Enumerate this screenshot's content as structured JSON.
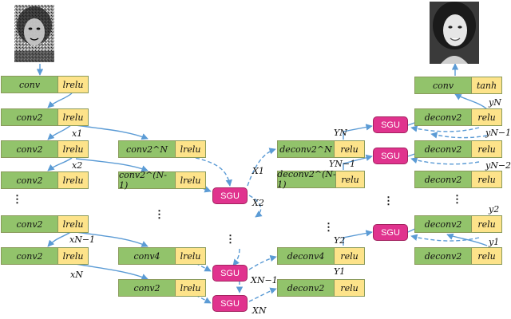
{
  "images": {
    "input": "noisy-face-photo",
    "output": "clean-face-photo"
  },
  "blocks": {
    "e_conv_first": {
      "a": "conv",
      "b": "lrelu"
    },
    "e_conv2_1": {
      "a": "conv2",
      "b": "lrelu"
    },
    "e_conv2_2": {
      "a": "conv2",
      "b": "lrelu"
    },
    "e_conv2_3": {
      "a": "conv2",
      "b": "lrelu"
    },
    "e_conv2_4": {
      "a": "conv2",
      "b": "lrelu"
    },
    "e_conv2_5": {
      "a": "conv2",
      "b": "lrelu"
    },
    "m_conv2N": {
      "a": "conv2^N",
      "b": "lrelu"
    },
    "m_conv2N1": {
      "a": "conv2^(N-1)",
      "b": "lrelu"
    },
    "m_conv4": {
      "a": "conv4",
      "b": "lrelu"
    },
    "m_conv2": {
      "a": "conv2",
      "b": "lrelu"
    },
    "d_deconv2N": {
      "a": "deconv2^N",
      "b": "relu"
    },
    "d_deconv2N1": {
      "a": "deconv2^(N-1)",
      "b": "relu"
    },
    "d_deconv4": {
      "a": "deconv4",
      "b": "relu"
    },
    "d_deconv2": {
      "a": "deconv2",
      "b": "relu"
    },
    "r_conv_last": {
      "a": "conv",
      "b": "tanh"
    },
    "r_deconv2_1": {
      "a": "deconv2",
      "b": "relu"
    },
    "r_deconv2_2": {
      "a": "deconv2",
      "b": "relu"
    },
    "r_deconv2_3": {
      "a": "deconv2",
      "b": "relu"
    },
    "r_deconv2_4": {
      "a": "deconv2",
      "b": "relu"
    },
    "r_deconv2_5": {
      "a": "deconv2",
      "b": "relu"
    }
  },
  "sgu_label": "SGU",
  "labels": {
    "x1": "x1",
    "x2": "x2",
    "xN1": "xN−1",
    "xN": "xN",
    "X1": "X1",
    "X2": "X2",
    "XN1": "XN−1",
    "XN": "XN",
    "YN": "YN",
    "YN1": "YN−1",
    "Y2": "Y2",
    "Y1": "Y1",
    "yN": "yN",
    "yN1": "yN−1",
    "yN2": "yN−2",
    "y2": "y2",
    "y1": "y1"
  },
  "colors": {
    "layer_green": "#92c36b",
    "act_yellow": "#fde38a",
    "sgu_pink": "#e0338e",
    "arrow_blue": "#5b9bd5"
  }
}
